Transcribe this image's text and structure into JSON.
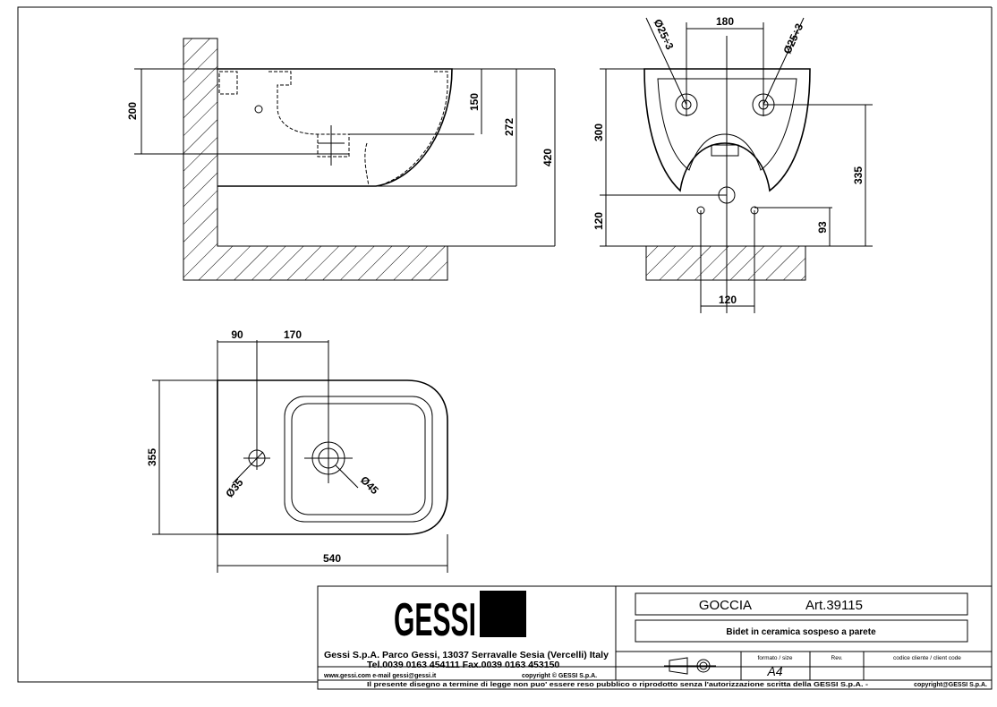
{
  "side_view": {
    "dims": {
      "d200": "200",
      "d150": "150",
      "d272": "272",
      "d420": "420"
    }
  },
  "front_view": {
    "dims": {
      "d180": "180",
      "d25a": "Ø25÷3",
      "d25b": "Ø25÷3",
      "d300": "300",
      "d120v": "120",
      "d335": "335",
      "d93": "93",
      "d120h": "120"
    }
  },
  "top_view": {
    "dims": {
      "d90": "90",
      "d170": "170",
      "d355": "355",
      "d540": "540",
      "d35": "Ø35",
      "d45": "Ø45"
    }
  },
  "title_block": {
    "logo_text": "GESSI",
    "company": "Gessi S.p.A. Parco Gessi, 13037 Serravalle Sesia (Vercelli) Italy",
    "phone": "Tel.0039 0163 454111 Fax.0039 0163 453150",
    "web": "www.gessi.com e-mail gessi@gessi.it",
    "copyright": "copyright © GESSI S.p.A.",
    "product": "GOCCIA",
    "article": "Art.39115",
    "description": "Bidet in ceramica sospeso a parete",
    "format_label": "formato / size",
    "format_value": "A4",
    "rev_label": "Rev.",
    "client_code_label": "codice cliente / client code",
    "legal": "Il presente disegno a termine di legge non puo' essere reso pubblico o riprodotto senza l'autorizzazione scritta della GESSI S.p.A. -",
    "copyright2": "copyright@GESSI S.p.A."
  }
}
